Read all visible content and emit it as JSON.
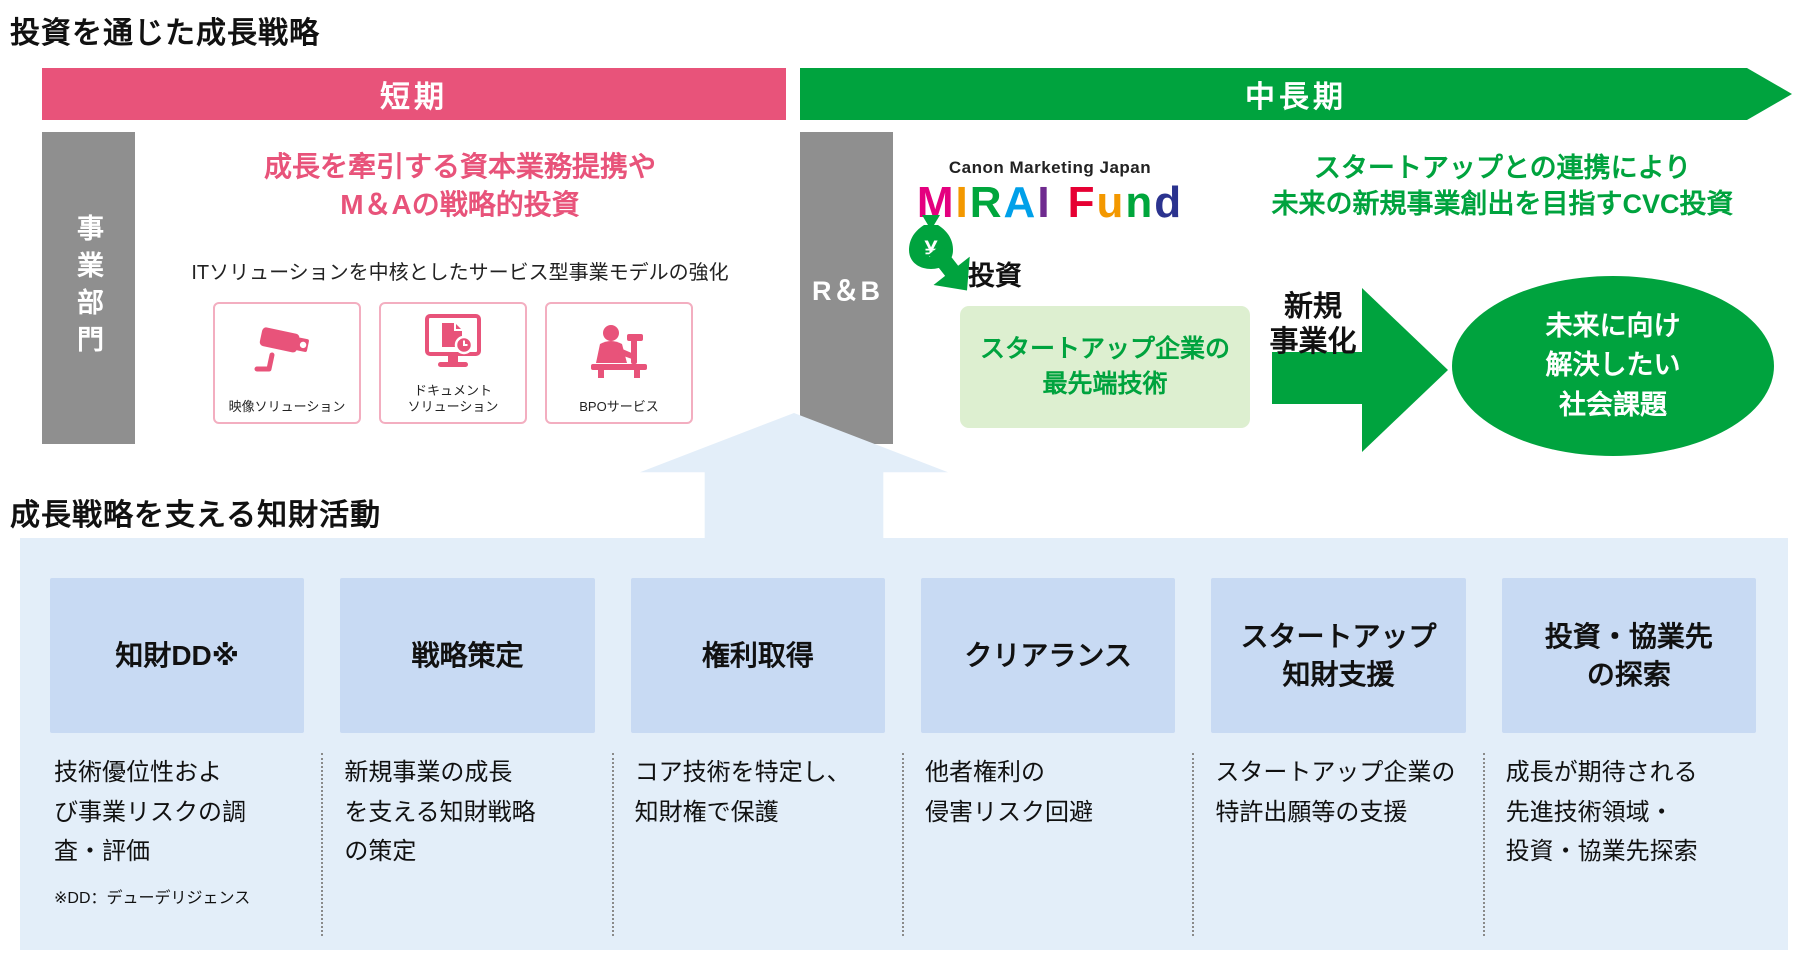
{
  "colors": {
    "accent_pink": "#e8537a",
    "pink_card_border": "#f3aec0",
    "accent_green": "#00a33e",
    "light_green_box": "#ddefd0",
    "gray_bar": "#8f8f8f",
    "panel_blue": "#e3eef9",
    "header_box_blue": "#c8daf3"
  },
  "titles": {
    "top": "投資を通じた成長戦略",
    "bottom": "成長戦略を支える知財活動"
  },
  "banners": {
    "short_term": "短期",
    "mid_long": "中長期"
  },
  "business": {
    "side_label": "事業部門",
    "heading": "成長を牽引する資本業務提携や\nM＆Aの戦略的投資",
    "subheading": "ITソリューションを中核としたサービス型事業モデルの強化",
    "solutions": [
      {
        "label": "映像ソリューション",
        "icon": "surveillance-camera-icon"
      },
      {
        "label": "ドキュメント\nソリューション",
        "icon": "document-monitor-icon"
      },
      {
        "label": "BPOサービス",
        "icon": "bpo-person-icon"
      }
    ]
  },
  "rb": {
    "side_label": "R＆B",
    "fund": {
      "brand": "Canon Marketing Japan",
      "letters": [
        {
          "ch": "M",
          "style": "color:#e4007f"
        },
        {
          "ch": "I",
          "style": "color:#f39800"
        },
        {
          "ch": "R",
          "style": "color:#00a63c"
        },
        {
          "ch": "A",
          "style": "color:#00a0e9"
        },
        {
          "ch": "I",
          "style": "color:#6f2b8f"
        },
        {
          "ch": "F",
          "style": "color:#e60033;margin-left:16px"
        },
        {
          "ch": "u",
          "style": "color:#f39800"
        },
        {
          "ch": "n",
          "style": "color:#00a63c"
        },
        {
          "ch": "d",
          "style": "color:#2b338f"
        }
      ]
    },
    "heading": "スタートアップとの連携により\n未来の新規事業創出を目指すCVC投資",
    "invest_label": "投資",
    "startup_box": "スタートアップ企業の\n最先端技術",
    "newbiz_label": "新規\n事業化",
    "goal": "未来に向け\n解決したい\n社会課題"
  },
  "ip": {
    "columns": [
      {
        "header": "知財DD※",
        "desc": "技術優位性およ\nび事業リスクの調\n査・評価",
        "note": "※DD：デューデリジェンス"
      },
      {
        "header": "戦略策定",
        "desc": "新規事業の成長\nを支える知財戦略\nの策定"
      },
      {
        "header": "権利取得",
        "desc": "コア技術を特定し、\n知財権で保護"
      },
      {
        "header": "クリアランス",
        "desc": "他者権利の\n侵害リスク回避"
      },
      {
        "header": "スタートアップ\n知財支援",
        "desc": "スタートアップ企業の\n特許出願等の支援"
      },
      {
        "header": "投資・協業先\nの探索",
        "desc": "成長が期待される\n先進技術領域・\n投資・協業先探索"
      }
    ]
  }
}
